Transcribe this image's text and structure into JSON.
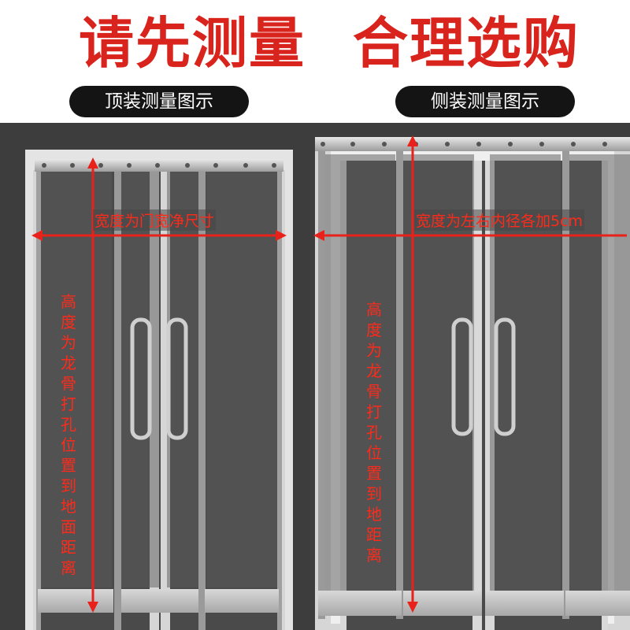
{
  "headline": {
    "left": "请先测量",
    "right": "合理选购"
  },
  "panels": {
    "top_mount": {
      "badge": "顶装测量图示",
      "width_note": "宽度为门宽净尺寸",
      "height_note": "高度为龙骨打孔位置到地面距离"
    },
    "side_mount": {
      "badge": "侧装测量图示",
      "width_note": "宽度为左右内径各加5cm",
      "height_note": "高度为龙骨打孔位置到地距离"
    }
  },
  "colors": {
    "headline": "#d9231d",
    "badge_bg": "#141414",
    "arrow": "#e8221a",
    "background": "#3d3d3d"
  }
}
